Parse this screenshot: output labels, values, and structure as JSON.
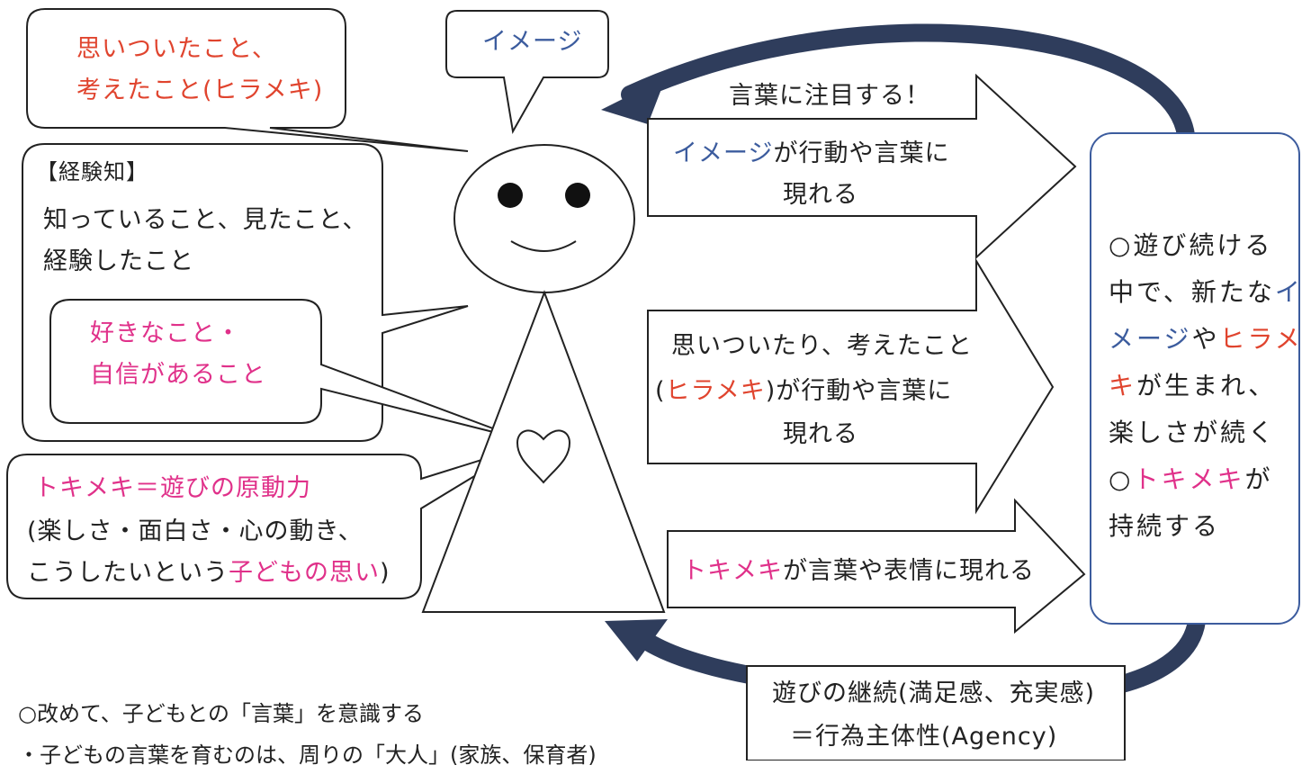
{
  "colors": {
    "red": "#e0442e",
    "blue": "#3c5c9e",
    "pink": "#e0318a",
    "arrow_dark": "#2f3d5c",
    "line": "#222222"
  },
  "bubbles": {
    "idea": {
      "line1": "思いついたこと、",
      "line2": "考えたこと(ヒラメキ)"
    },
    "image": {
      "label": "イメージ"
    },
    "experience": {
      "heading": "【経験知】",
      "line1": "知っていること、見たこと、",
      "line2": "経験したこと"
    },
    "likes": {
      "line1": "好きなこと・",
      "line2": "自信があること"
    },
    "tokimeki": {
      "line1": "トキメキ＝遊びの原動力",
      "line2": "(楽しさ・面白さ・心の動き、",
      "line3_a": "こうしたいという",
      "line3_b": "子どもの思い",
      "line3_c": ")"
    }
  },
  "arrows": {
    "top_caption": "言葉に注目する！",
    "a1": {
      "part1": "イメージ",
      "part2": "が行動や言葉に",
      "line2": "現れる"
    },
    "a2": {
      "line1": "思いついたり、考えたこと",
      "line2_a": "(",
      "line2_b": "ヒラメキ",
      "line2_c": ")が行動や言葉に",
      "line3": "現れる"
    },
    "a3": {
      "part1": "トキメキ",
      "part2": "が言葉や表情に現れる"
    }
  },
  "result_box": {
    "l1": "○遊び続ける",
    "l2_a": "中で、新たな",
    "l2_b": "イ",
    "l3_a": "メージ",
    "l3_b": "や",
    "l3_c": "ヒラメ",
    "l4_a": "キ",
    "l4_b": "が生まれ、",
    "l5": "楽しさが続く",
    "l6_a": "○",
    "l6_b": "トキメキ",
    "l6_c": "が",
    "l7": "持続する"
  },
  "agency_box": {
    "line1": "遊びの継続(満足感、充実感)",
    "line2": "＝行為主体性(Agency)"
  },
  "notes": {
    "n1": "○改めて、子どもとの「言葉」を意識する",
    "n2": "・子どもの言葉を育むのは、周りの「大人」(家族、保育者)"
  }
}
